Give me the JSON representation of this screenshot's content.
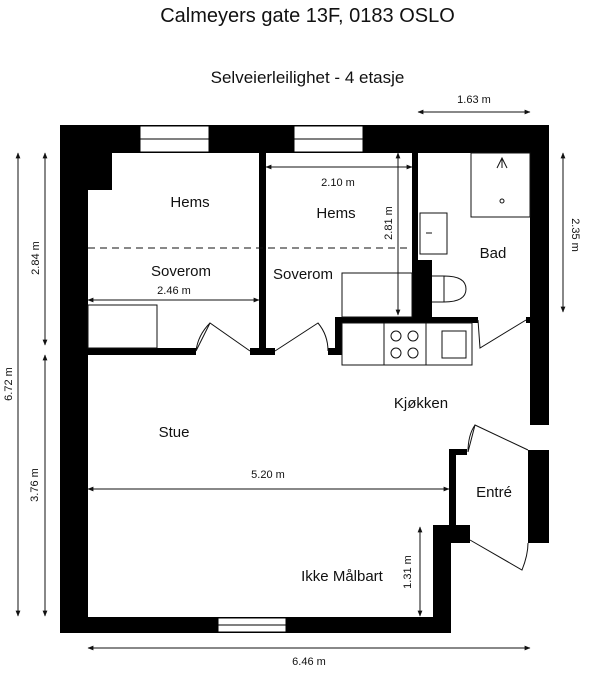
{
  "header": {
    "address": "Calmeyers gate 13F, 0183 OSLO",
    "subtitle": "Selveierleilighet  - 4 etasje"
  },
  "rooms": {
    "hems_left": "Hems",
    "hems_right": "Hems",
    "soverom_left": "Soverom",
    "soverom_right": "Soverom",
    "bad": "Bad",
    "kjokken": "Kjøkken",
    "stue": "Stue",
    "entre": "Entré",
    "ikke_malbart": "Ikke Målbart"
  },
  "dimensions": {
    "top_right": "1.63 m",
    "hems_width": "2.10 m",
    "hems_height": "2.81 m",
    "bad_height": "2.35 m",
    "left_upper": "2.84 m",
    "soverom_width": "2.46 m",
    "total_height": "6.72 m",
    "left_lower": "3.76 m",
    "stue_width": "5.20 m",
    "ikke_malbart_height": "1.31 m",
    "total_width": "6.46 m"
  },
  "colors": {
    "wall": "#000000",
    "line": "#111111"
  }
}
